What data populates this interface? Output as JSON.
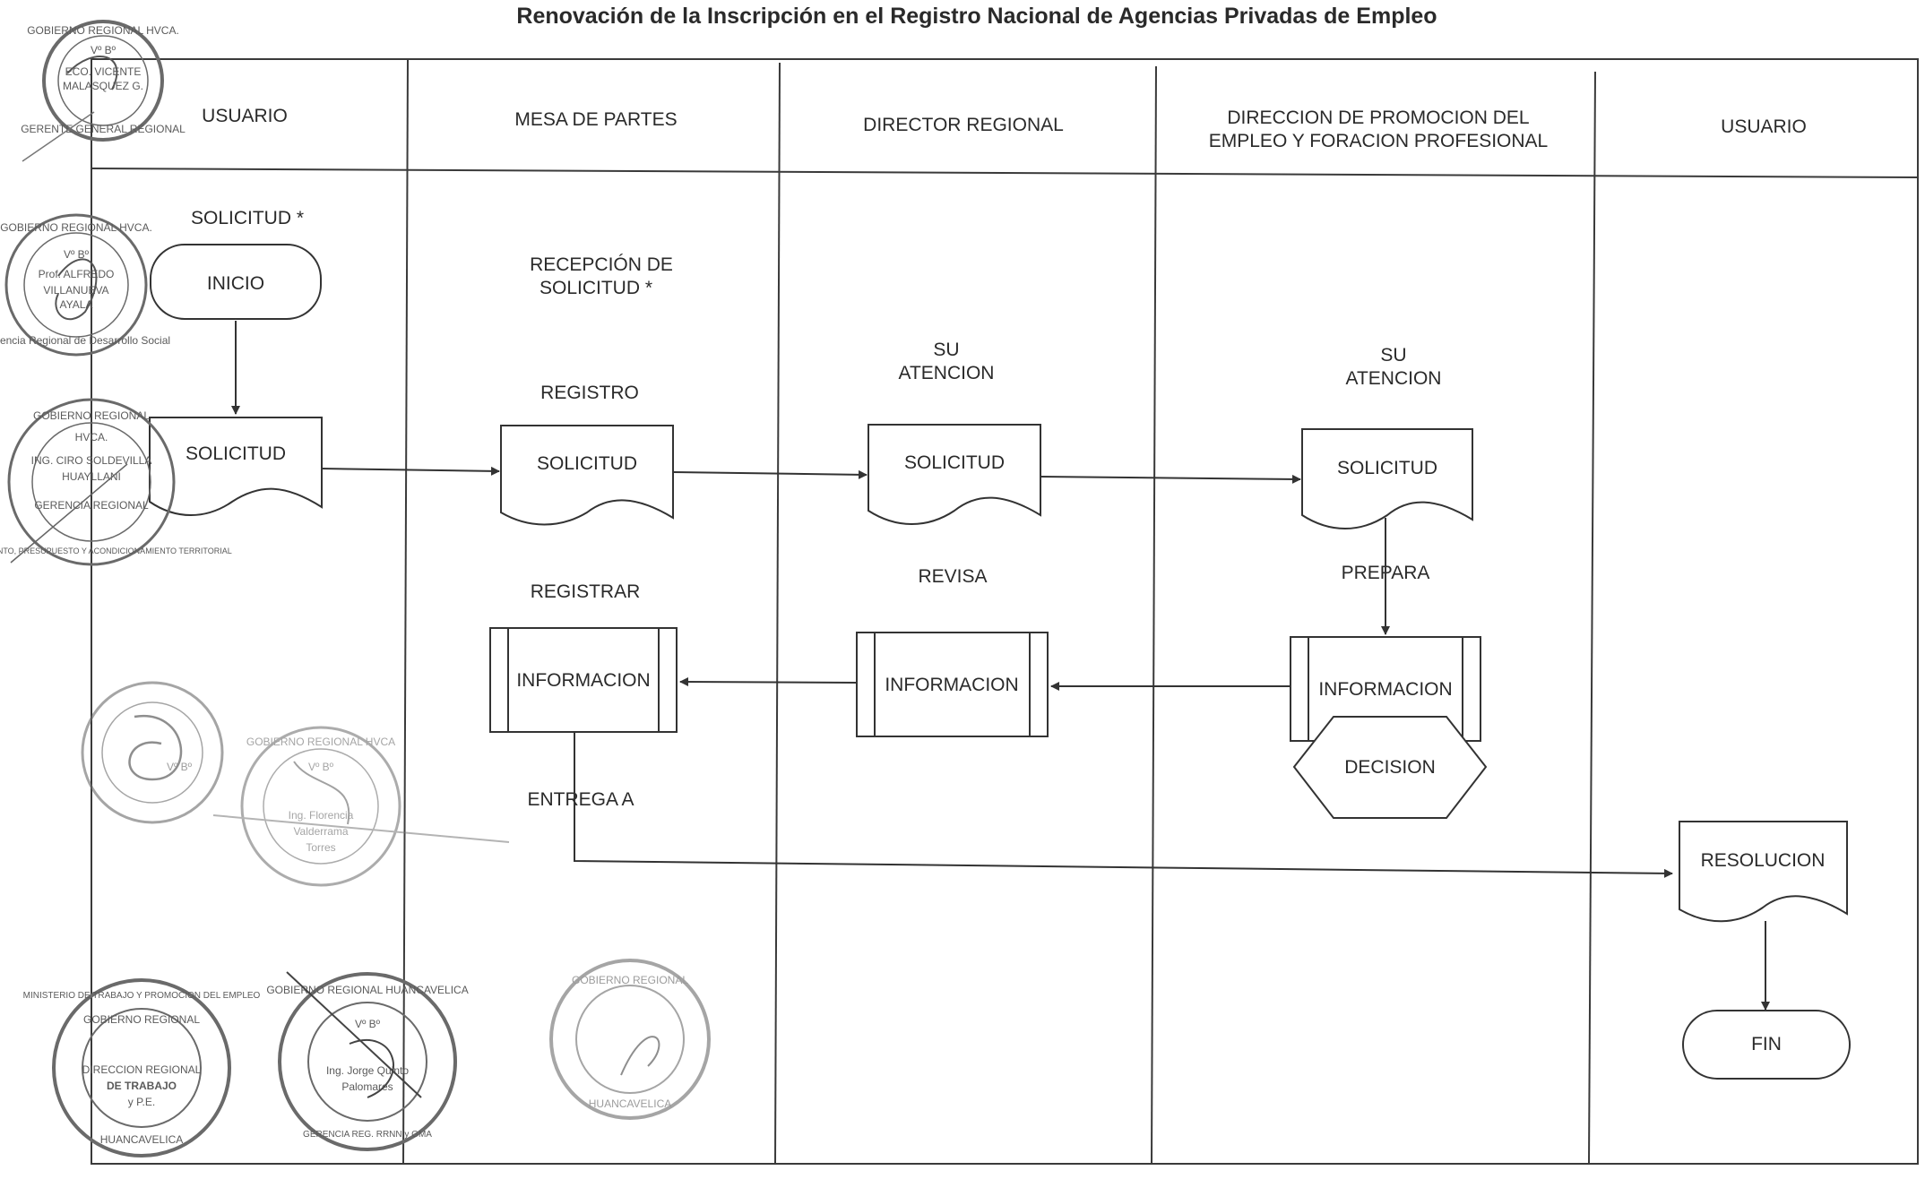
{
  "title": "Renovación de la Inscripción en el Registro Nacional de Agencias Privadas de Empleo",
  "lanes": [
    {
      "line1": "USUARIO",
      "line2": ""
    },
    {
      "line1": "MESA DE PARTES",
      "line2": ""
    },
    {
      "line1": "DIRECTOR REGIONAL",
      "line2": ""
    },
    {
      "line1": "DIRECCION DE PROMOCION DEL",
      "line2": "EMPLEO Y FORACION PROFESIONAL"
    },
    {
      "line1": "USUARIO",
      "line2": ""
    }
  ],
  "shapes": {
    "inicio": "INICIO",
    "sol1": "SOLICITUD",
    "sol2": "SOLICITUD",
    "sol3": "SOLICITUD",
    "sol4": "SOLICITUD",
    "info1": "INFORMACION",
    "info2": "INFORMACION",
    "info3": "INFORMACION",
    "decision": "DECISION",
    "resolucion": "RESOLUCION",
    "fin": "FIN"
  },
  "labels": {
    "solicitud_star": "SOLICITUD *",
    "recepcion1": "RECEPCIÓN DE",
    "recepcion2": "SOLICITUD *",
    "registro": "REGISTRO",
    "su1a": "SU",
    "su1b": "ATENCION",
    "su2a": "SU",
    "su2b": "ATENCION",
    "revisa": "REVISA",
    "prepara": "PREPARA",
    "registrar": "REGISTRAR",
    "entrega": "ENTREGA  A"
  },
  "stamps": [
    {
      "l1": "GOBIERNO REGIONAL HVCA.",
      "l2": "Vº Bº",
      "l3": "ECO. VICENTE",
      "l4": "MALASQUEZ G.",
      "l5": "GERENTE GENERAL REGIONAL"
    },
    {
      "l1": "GOBIERNO REGIONAL HVCA.",
      "l2": "Vº Bº",
      "l3": "Prof. ALFREDO",
      "l4": "VILLANUEVA",
      "l5": "AYALA",
      "l6": "Gerencia Regional de Desarrollo Social"
    },
    {
      "l1": "GOBIERNO REGIONAL",
      "l2": "HVCA.",
      "l3": "ING. CIRO SOLDEVILLA",
      "l4": "HUAYLLANI",
      "l5": "GERENCIA REGIONAL",
      "l6": "PLANEAMIENTO, PRESUPUESTO Y ACONDICIONAMIENTO TERRITORIAL"
    },
    {
      "l1": "Vº Bº"
    },
    {
      "l1": "GOBIERNO REGIONAL HVCA",
      "l2": "Vº Bº",
      "l3": "Ing. Florencia",
      "l4": "Valderrama",
      "l5": "Torres"
    },
    {
      "l1": "MINISTERIO DE TRABAJO Y PROMOCION DEL EMPLEO",
      "l2": "GOBIERNO REGIONAL",
      "l3": "DIRECCION REGIONAL",
      "l4": "DE TRABAJO",
      "l5": "y P.E.",
      "l6": "HUANCAVELICA"
    },
    {
      "l1": "GOBIERNO REGIONAL HUANCAVELICA",
      "l2": "Vº Bº",
      "l3": "Ing. Jorge Quinto",
      "l4": "Palomares",
      "l5": "GERENCIA REG. RRNN y GMA"
    },
    {
      "l1": "GOBIERNO REGIONAL",
      "l2": "HUANCAVELICA"
    }
  ]
}
